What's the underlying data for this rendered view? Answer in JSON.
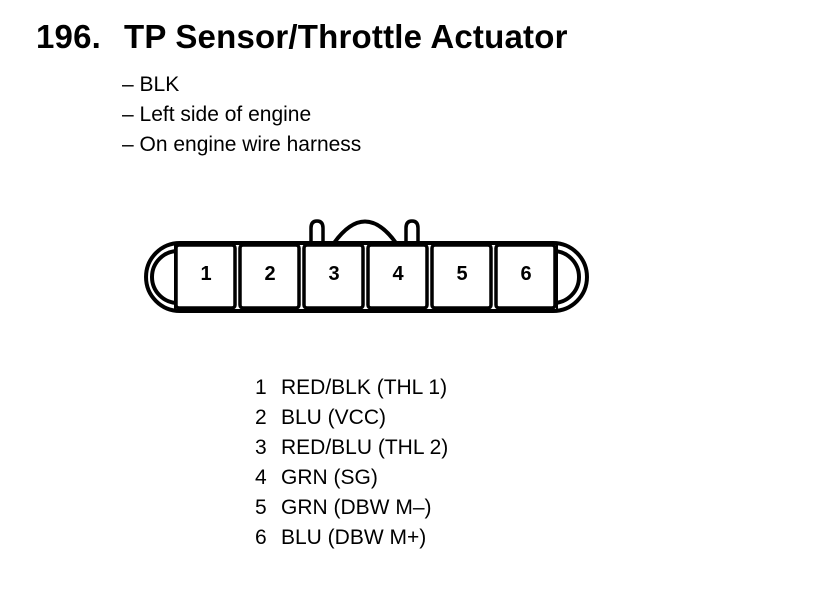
{
  "header": {
    "number": "196.",
    "title": "TP Sensor/Throttle Actuator"
  },
  "notes": [
    "– BLK",
    "– Left side of engine",
    "– On engine wire harness"
  ],
  "connector": {
    "pins": [
      "1",
      "2",
      "3",
      "4",
      "5",
      "6"
    ]
  },
  "pinout": [
    {
      "pin": "1",
      "desc": "RED/BLK (THL 1)"
    },
    {
      "pin": "2",
      "desc": "BLU (VCC)"
    },
    {
      "pin": "3",
      "desc": "RED/BLU (THL 2)"
    },
    {
      "pin": "4",
      "desc": "GRN (SG)"
    },
    {
      "pin": "5",
      "desc": "GRN (DBW M–)"
    },
    {
      "pin": "6",
      "desc": "BLU (DBW M+)"
    }
  ]
}
